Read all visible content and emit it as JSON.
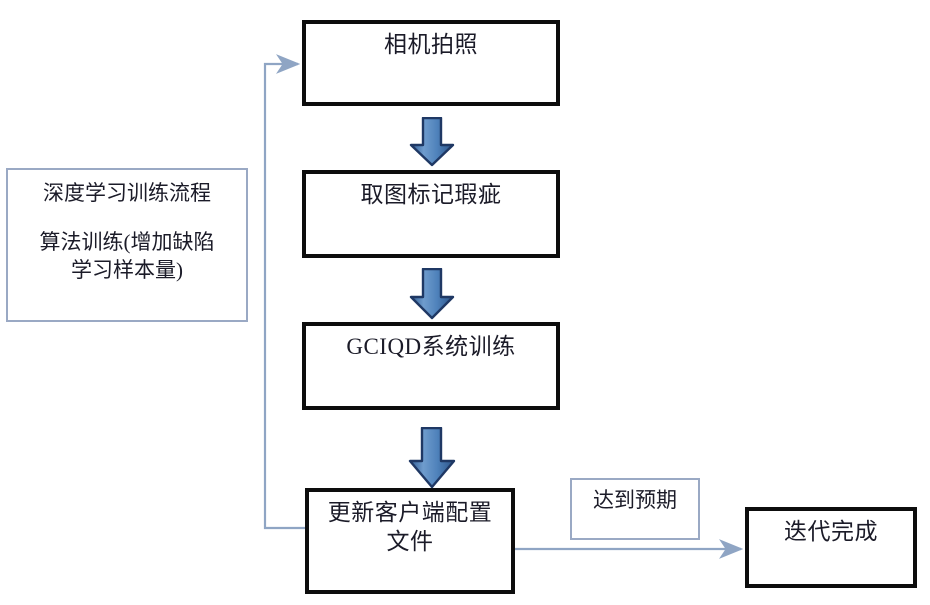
{
  "diagram": {
    "title_panel": {
      "line1": "深度学习训练流程",
      "line2": "算法训练(增加缺陷\n学习样本量)"
    },
    "nodes": {
      "camera": {
        "label": "相机拍照"
      },
      "mark_defect": {
        "label": "取图标记瑕疵"
      },
      "gciqd_train": {
        "label": "GCIQD系统训练"
      },
      "update_config": {
        "label": "更新客户端配置\n文件"
      },
      "expected": {
        "label": "达到预期"
      },
      "iteration_done": {
        "label": "迭代完成"
      }
    },
    "arrows": {
      "down_1": "down-block-arrow",
      "down_2": "down-block-arrow",
      "down_3": "down-block-arrow",
      "feedback": "feedback-loop-arrow",
      "to_done": "right-arrow"
    },
    "colors": {
      "box_border": "#0d0d0d",
      "note_border": "#9aa9c4",
      "arrow_fill": "#4a7ebb",
      "arrow_stroke": "#1f3864",
      "connector": "#8fa5c4",
      "text": "#1b1b28"
    }
  }
}
